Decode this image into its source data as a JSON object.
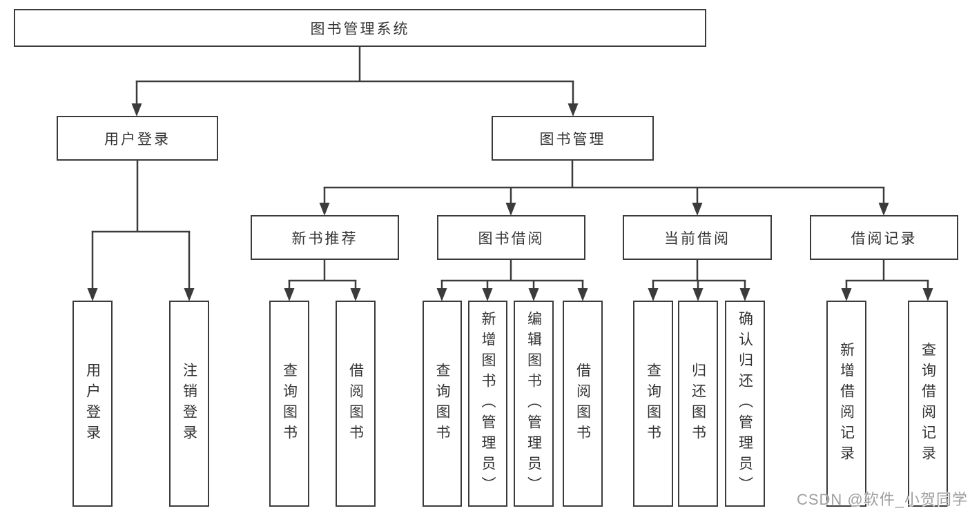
{
  "diagram": {
    "root": {
      "label": "图书管理系统"
    },
    "level2": [
      {
        "label": "用户登录"
      },
      {
        "label": "图书管理"
      }
    ],
    "level3": [
      {
        "label": "新书推荐"
      },
      {
        "label": "图书借阅"
      },
      {
        "label": "当前借阅"
      },
      {
        "label": "借阅记录"
      }
    ],
    "leaves": {
      "user_login": [
        "用户登录",
        "注销登录"
      ],
      "new_book": [
        "查询图书",
        "借阅图书"
      ],
      "book_borrow": [
        "查询图书",
        "新增图书（管理员）",
        "编辑图书（管理员）",
        "借阅图书"
      ],
      "current_borrow": [
        "查询图书",
        "归还图书",
        "确认归还（管理员）"
      ],
      "borrow_records": [
        "新增借阅记录",
        "查询借阅记录"
      ]
    }
  },
  "watermark": "CSDN @软件_小贺同学",
  "colors": {
    "line": "#3b3b3b",
    "text": "#333333",
    "background": "#ffffff",
    "watermark": "#9e9e9e"
  }
}
